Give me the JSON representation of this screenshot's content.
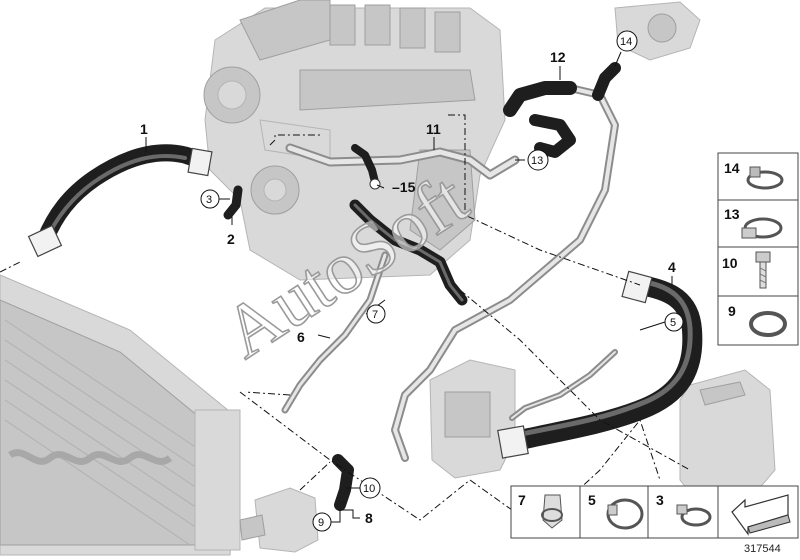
{
  "diagram": {
    "figure_number": "317544",
    "watermark": "AutoSoft",
    "callouts": {
      "part_1": "1",
      "part_2": "2",
      "part_3": "3",
      "part_4": "4",
      "part_5": "5",
      "part_6": "6",
      "part_7": "7",
      "part_8": "8",
      "part_9": "9",
      "part_10": "10",
      "part_11": "11",
      "part_12": "12",
      "part_13": "13",
      "part_14": "14",
      "part_15": "15"
    },
    "legend_right": [
      "14",
      "13",
      "10",
      "9"
    ],
    "legend_bottom": [
      "7",
      "5",
      "3"
    ]
  }
}
